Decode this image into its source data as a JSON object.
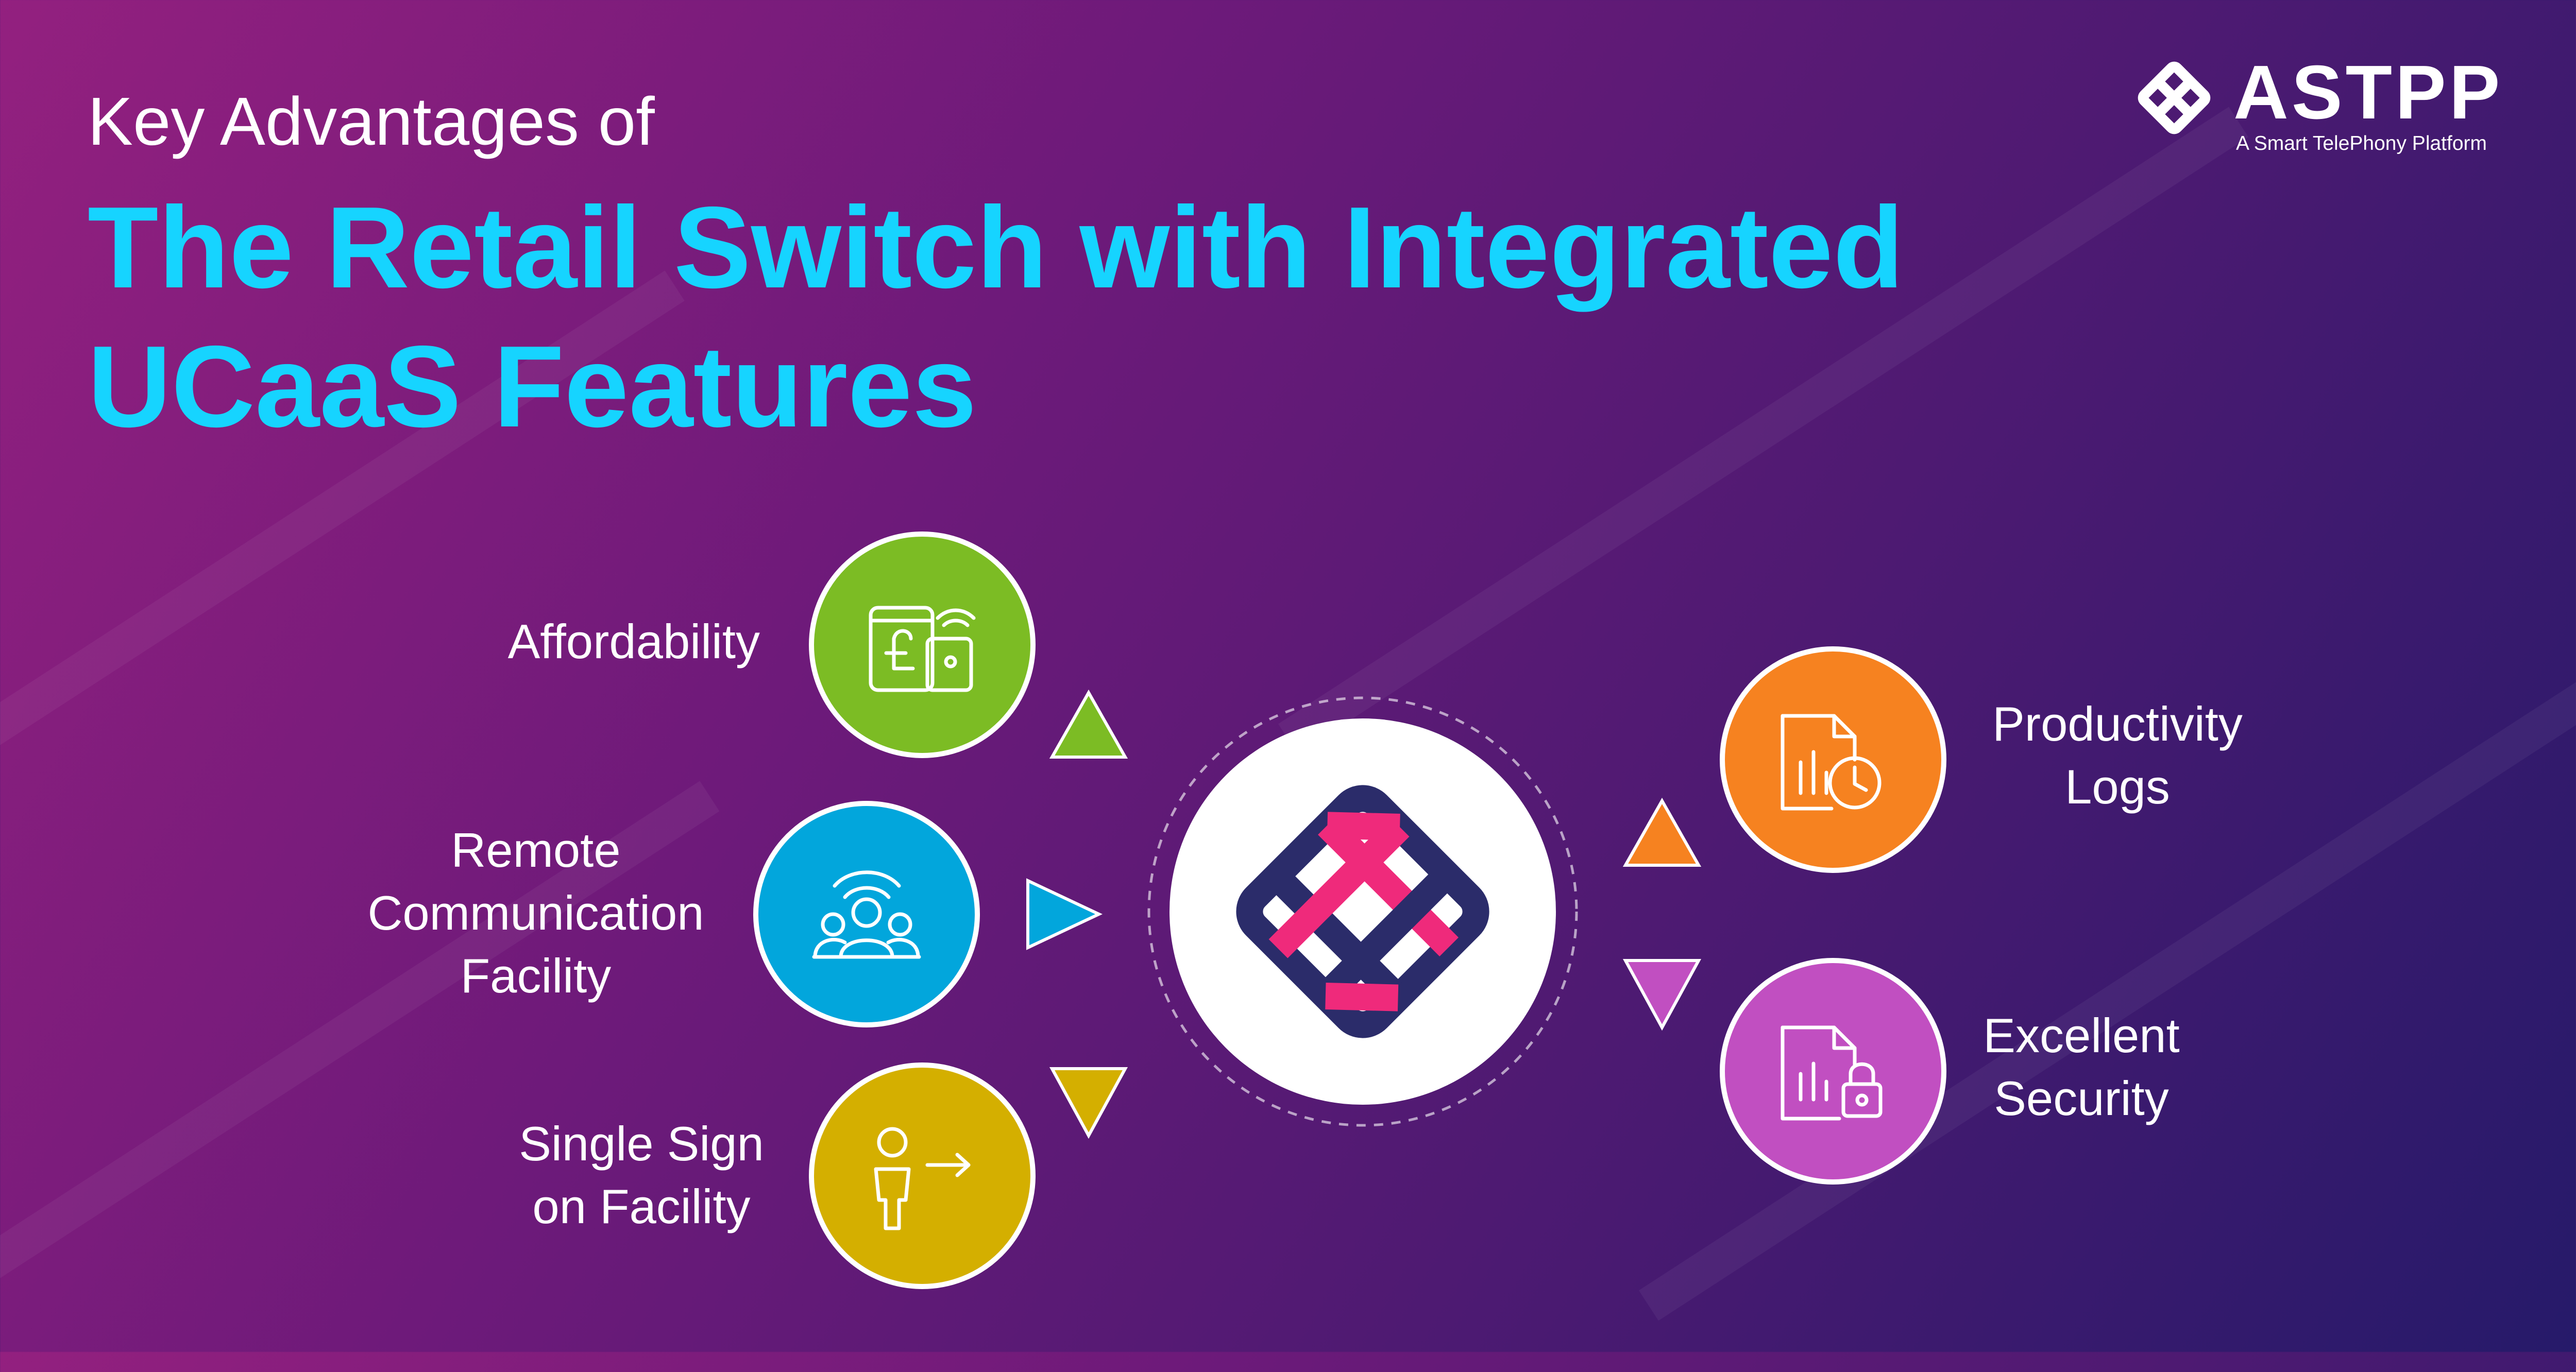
{
  "header": {
    "line1": "Key Advantages of",
    "line2": "The Retail Switch with Integrated UCaaS Features"
  },
  "brand": {
    "name": "ASTPP",
    "tagline": "A Smart TelePhony Platform"
  },
  "features": [
    {
      "label_lines": [
        "Affordability"
      ],
      "color": "#7cbc24",
      "icon": "wallet-pound-icon"
    },
    {
      "label_lines": [
        "Remote",
        "Communication",
        "Facility"
      ],
      "color": "#02a6dc",
      "icon": "remote-team-icon"
    },
    {
      "label_lines": [
        "Single Sign",
        "on Facility"
      ],
      "color": "#d4af00",
      "icon": "user-login-icon"
    },
    {
      "label_lines": [
        "Productivity",
        "Logs"
      ],
      "color": "#f68220",
      "icon": "report-clock-icon"
    },
    {
      "label_lines": [
        "Excellent",
        "Security"
      ],
      "color": "#c14fc1",
      "icon": "report-lock-icon"
    }
  ],
  "colors": {
    "title_accent": "#16d4ff",
    "hub_pink": "#ef2a7b",
    "hub_navy": "#2b2c6a"
  }
}
